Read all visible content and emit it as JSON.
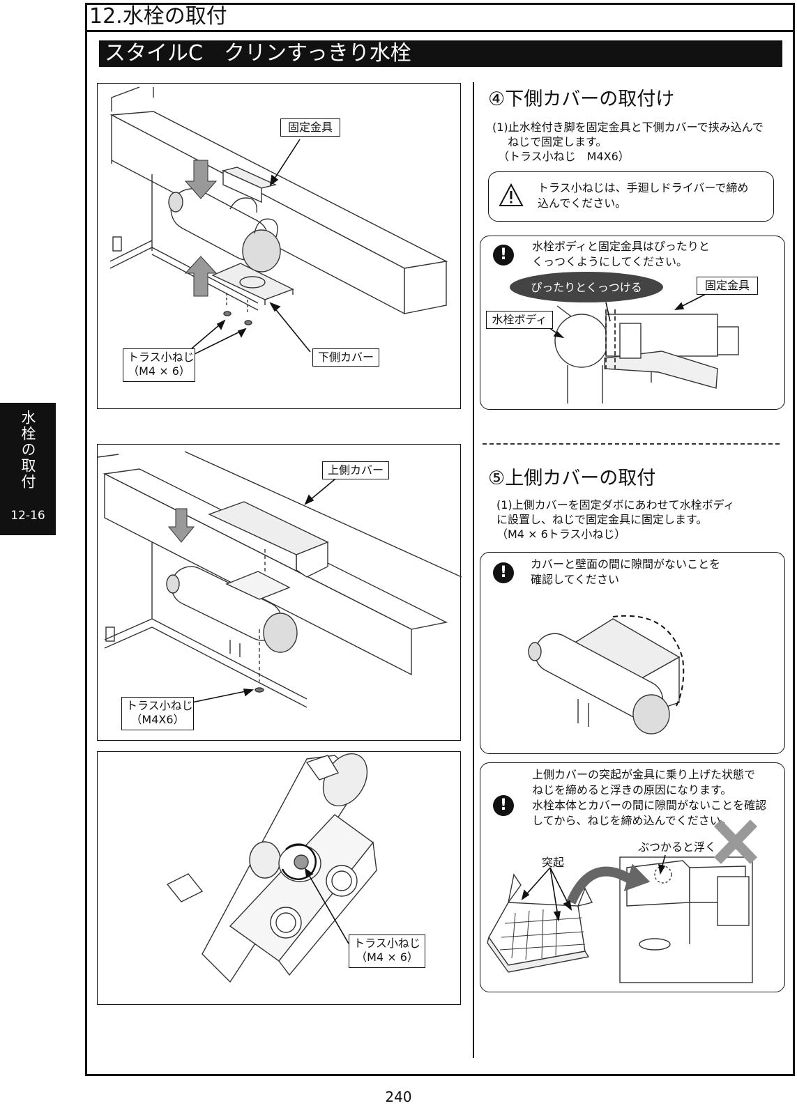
{
  "header": {
    "chapter_title": "12.水栓の取付",
    "style_banner": "スタイルC　クリンすっきり水栓"
  },
  "sidetab": {
    "chars": [
      "水",
      "栓",
      "の",
      "取",
      "付"
    ],
    "section_number": "12-16"
  },
  "figure1": {
    "label_bracket": "固定金具",
    "label_screw": "トラス小ねじ",
    "label_screw_size": "（M4 × 6）",
    "label_lower_cover": "下側カバー"
  },
  "figure2": {
    "label_upper_cover": "上側カバー",
    "label_screw": "トラス小ねじ",
    "label_screw_size": "（M4X6）"
  },
  "figure3": {
    "label_screw": "トラス小ねじ",
    "label_screw_size": "（M4 × 6）"
  },
  "step4": {
    "title": "④下側カバーの取付け",
    "instruction_line1": "(1)止水栓付き脚を固定金具と下側カバーで挟み込んで",
    "instruction_line2": "ねじで固定します。",
    "instruction_line3": "（トラス小ねじ　M4X6）",
    "caution_line1": "トラス小ねじは、手廻しドライバーで締め",
    "caution_line2": "込んでください。",
    "notice_line1": "水栓ボディと固定金具はぴったりと",
    "notice_line2": "くっつくようにしてください。",
    "bubble": "ぴったりとくっつける",
    "label_bracket": "固定金具",
    "label_body": "水栓ボディ"
  },
  "step5": {
    "title": "⑤上側カバーの取付",
    "instruction_line1": "(1)上側カバーを固定ダボにあわせて水栓ボディ",
    "instruction_line2": "に設置し、ねじで固定金具に固定します。",
    "instruction_line3": "（M4 × 6トラス小ねじ）",
    "notice1_line1": "カバーと壁面の間に隙間がないことを",
    "notice1_line2": "確認してください",
    "notice2_line1": "上側カバーの突起が金具に乗り上げた状態で",
    "notice2_line2": "ねじを締めると浮きの原因になります。",
    "notice2_line3": "水栓本体とカバーの間に隙間がないことを確認",
    "notice2_line4": "してから、ねじを締め込んでください。",
    "label_protrusion": "突起",
    "label_float": "ぶつかると浮く"
  },
  "page_number": "240"
}
